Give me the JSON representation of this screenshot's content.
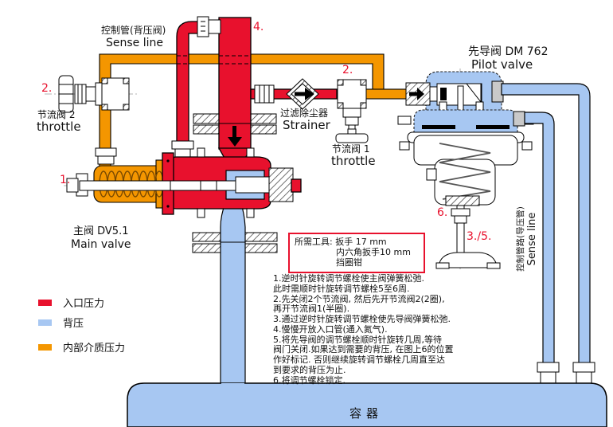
{
  "colors": {
    "red": "#e8112d",
    "orange": "#f49600",
    "blue": "#a7c7f2"
  },
  "labels": {
    "sense_top_zh": "控制管(背压阀)",
    "sense_top_en": "Sense line",
    "num_throttle2": "2.",
    "throttle2_zh": "节流阀 2",
    "throttle2_en": "throttle",
    "num_main": "1.",
    "main_zh": "主阀 DV5.1",
    "main_en": "Main valve",
    "num_inlet": "4.",
    "strainer_zh": "过滤除尘器",
    "strainer_en": "Strainer",
    "num_throttle1": "2.",
    "throttle1_zh": "节流阀 1",
    "throttle1_en": "throttle",
    "pilot_zh": "先导阀 DM 762",
    "pilot_en": "Pilot valve",
    "num_6": "6.",
    "num_35": "3./5.",
    "sense_right_zh": "控制管路(导压管)",
    "sense_right_en": "Sense line",
    "vessel": "容器"
  },
  "tools_box": {
    "line1": "所需工具: 扳手 17 mm",
    "line2": "内六角扳手10 mm",
    "line3": "挡圈钳"
  },
  "instructions": [
    "1.逆时针旋转调节螺栓使主阀弹簧松弛.",
    "此时需顺时针旋转调节螺栓5至6周.",
    "2.先关闭2个节流阀, 然后先开节流阀2(2圈),",
    "再开节流阀1(半圈).",
    "3.通过逆时针旋转调节螺栓使先导阀弹簧松弛.",
    "4.慢慢开放入口管(通入氮气).",
    "5.将先导阀的调节螺栓顺时针旋转几周,等待",
    "阀门关闭.如果达到需要的背压, 在图上6的位置",
    "作好标记. 否则继续旋转调节螺栓几周直至达",
    "到要求的背压为止.",
    "6.将调节螺栓锁定."
  ],
  "legend": [
    {
      "label": "入口压力",
      "color_key": "red"
    },
    {
      "label": "背压",
      "color_key": "blue"
    },
    {
      "label": "内部介质压力",
      "color_key": "orange"
    }
  ]
}
